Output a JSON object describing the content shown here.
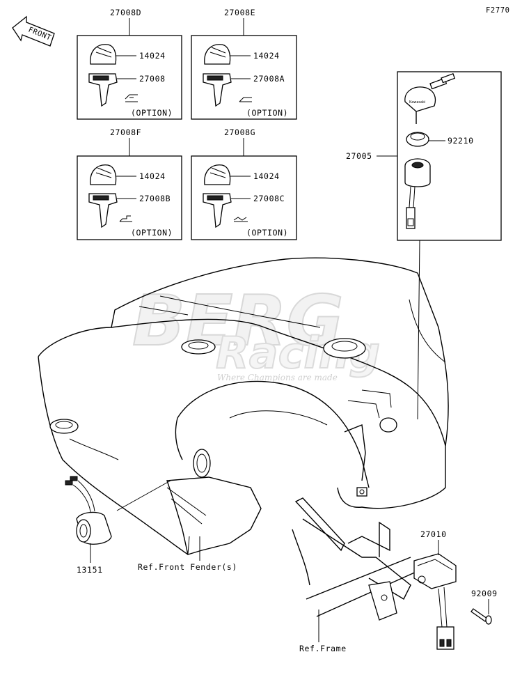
{
  "figure_code": "F2770",
  "front_arrow_label": "FRONT",
  "watermark": {
    "line1": "BERG",
    "line2": "Racing",
    "tagline": "Where Champions are made"
  },
  "key_sets": [
    {
      "set_number": "27008D",
      "cap_part": "14024",
      "key_part": "27008",
      "note": "(OPTION)"
    },
    {
      "set_number": "27008E",
      "cap_part": "14024",
      "key_part": "27008A",
      "note": "(OPTION)"
    },
    {
      "set_number": "27008F",
      "cap_part": "14024",
      "key_part": "27008B",
      "note": "(OPTION)"
    },
    {
      "set_number": "27008G",
      "cap_part": "14024",
      "key_part": "27008C",
      "note": "(OPTION)"
    }
  ],
  "ignition_assembly": {
    "assembly_part": "27005",
    "nut_part": "92210"
  },
  "callouts": {
    "indicator_part": "13151",
    "front_fender_ref": "Ref.Front Fender(s)",
    "switch_part": "27010",
    "screw_part": "92009",
    "frame_ref": "Ref.Frame"
  }
}
